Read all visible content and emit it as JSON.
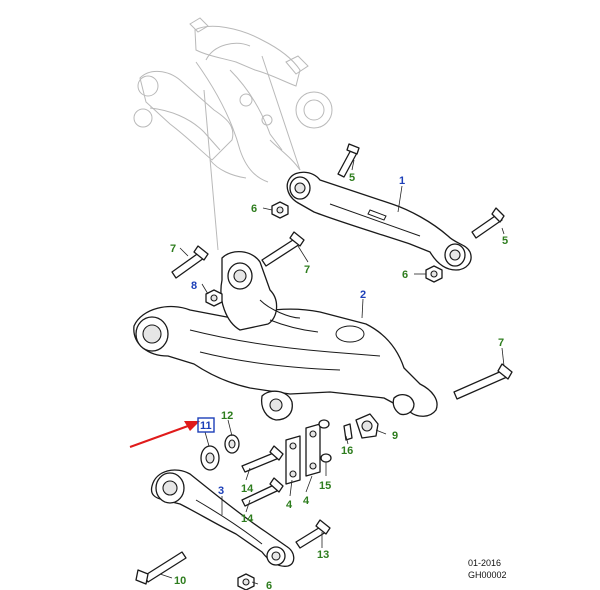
{
  "colors": {
    "label_green": "#2e7d1e",
    "label_blue": "#1c3fb8",
    "arrow_red": "#e01b1b",
    "highlight_blue": "#1c3fb8"
  },
  "callouts": {
    "c1": "1",
    "c2": "2",
    "c3": "3",
    "c4a": "4",
    "c4b": "4",
    "c5a": "5",
    "c5b": "5",
    "c6a": "6",
    "c6b": "6",
    "c6c": "6",
    "c7a": "7",
    "c7b": "7",
    "c7c": "7",
    "c8": "8",
    "c9": "9",
    "c10": "10",
    "c11": "11",
    "c12": "12",
    "c13": "13",
    "c14a": "14",
    "c14b": "14",
    "c15": "15",
    "c16": "16"
  },
  "footer": {
    "date": "01-2016",
    "code": "GH00002"
  }
}
